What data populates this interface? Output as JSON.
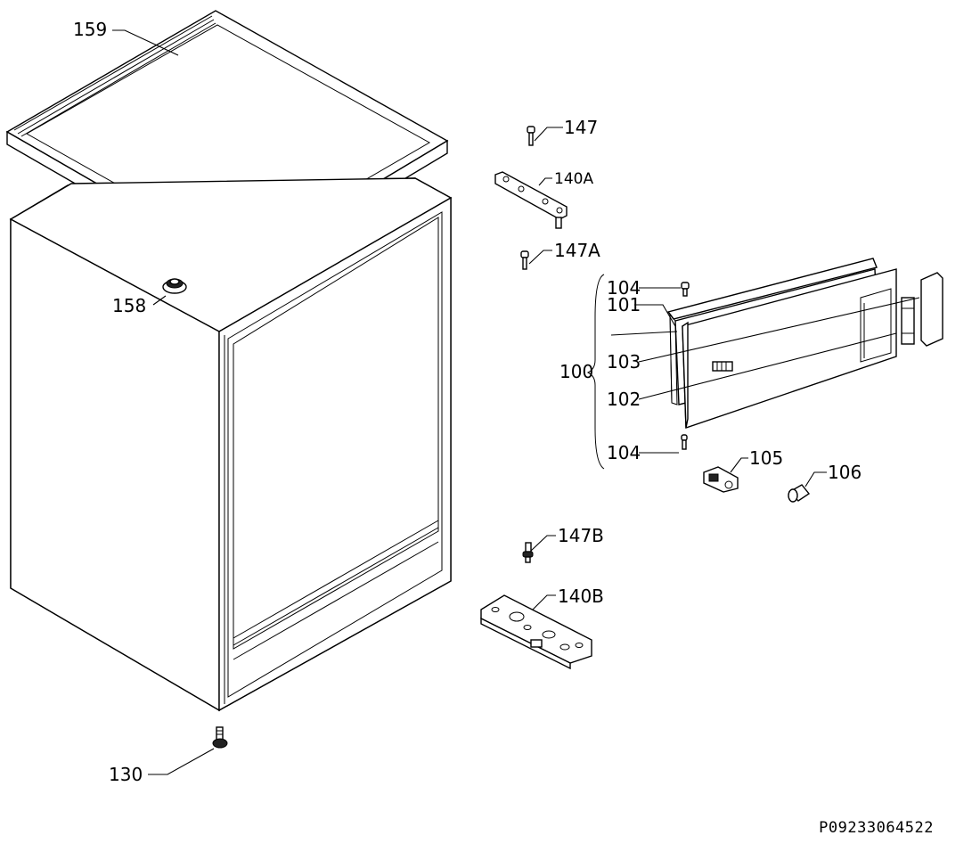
{
  "diagram": {
    "document_number": "P09233064522",
    "labels": {
      "p159": "159",
      "p158": "158",
      "p130": "130",
      "p147": "147",
      "p140a": "140A",
      "p147a": "147A",
      "p147b": "147B",
      "p140b": "140B",
      "p104_top": "104",
      "p101": "101",
      "p100": "100",
      "p103": "103",
      "p102": "102",
      "p104_bottom": "104",
      "p105": "105",
      "p106": "106"
    }
  }
}
